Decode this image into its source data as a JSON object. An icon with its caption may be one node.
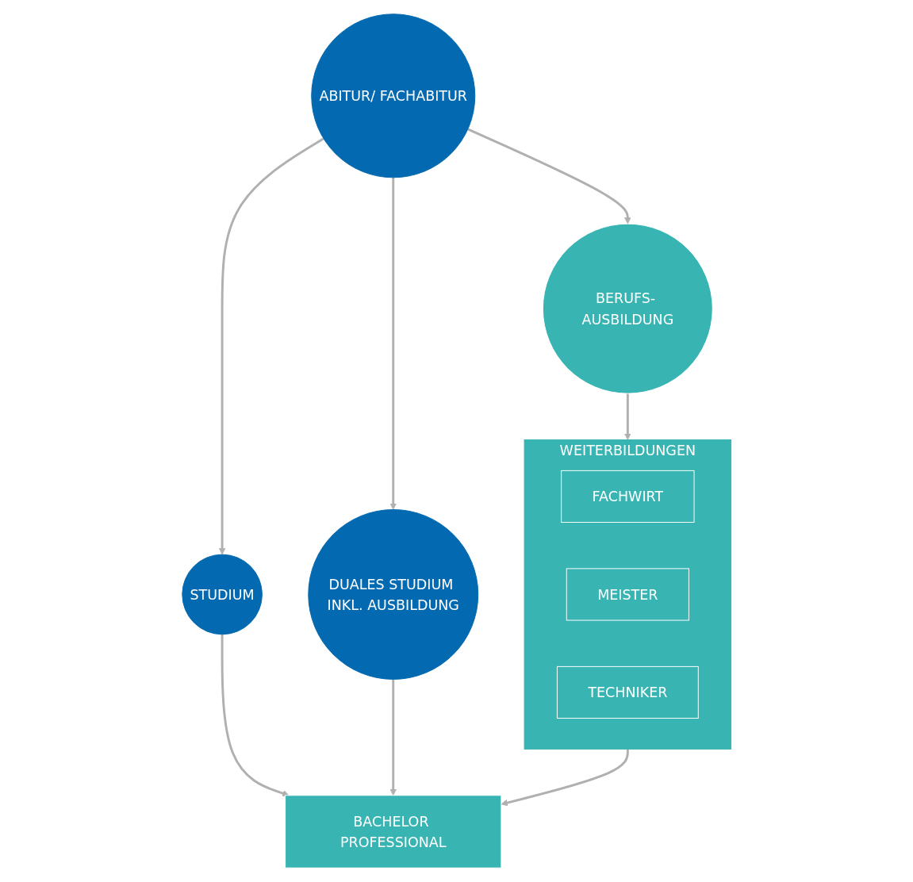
{
  "diagram": {
    "nodes": [
      {
        "text": [
          "ABITUR/ FACHABITUR"
        ]
      },
      {
        "text": [
          "STUDIUM"
        ]
      },
      {
        "text": [
          "BERUFS- AUSBILDUNG"
        ]
      },
      {
        "text": [
          "DUALES STUDIUM INKL. AUSBILDUNG"
        ]
      },
      {
        "text": [
          "WEITERBILDUNGEN"
        ]
      },
      {
        "text": [
          "FACHWIRT"
        ],
        "in": 4
      },
      {
        "text": [
          "MEISTER"
        ],
        "in": 4
      },
      {
        "text": [
          "TECHNIKER"
        ],
        "in": 4
      },
      {
        "text": [
          "BACHELOR PROFESSIONAL"
        ]
      }
    ],
    "edges": [
      {
        "from": 0,
        "to": 1,
        "arrow": "to"
      },
      {
        "from": 0,
        "to": 2,
        "arrow": "to"
      },
      {
        "from": 0,
        "to": 3,
        "arrow": "to"
      },
      {
        "from": 2,
        "to": 4,
        "arrow": "to"
      },
      {
        "from": 4,
        "to": 8,
        "arrow": "to"
      },
      {
        "from": 1,
        "to": 8,
        "arrow": "to"
      },
      {
        "from": 3,
        "to": 8,
        "arrow": "to"
      }
    ]
  }
}
